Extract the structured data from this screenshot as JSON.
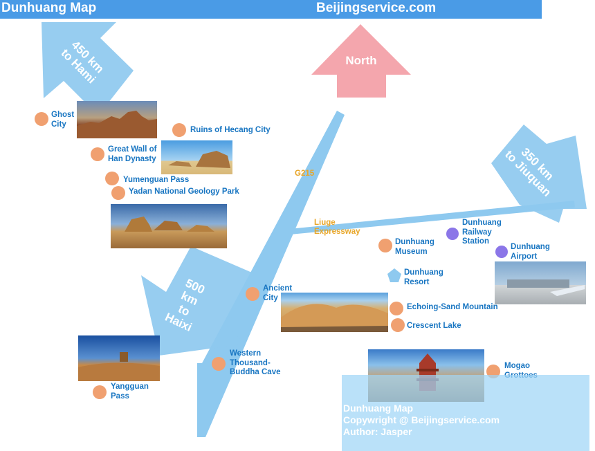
{
  "header": {
    "title": "Dunhuang  Map",
    "site": "Beijingservice.com"
  },
  "north_label": "North",
  "distance_arrows": [
    {
      "id": "hami",
      "text": "450 km\nto Hami"
    },
    {
      "id": "jiuquan",
      "text": "350 km\nto Jiuquan"
    },
    {
      "id": "haixi",
      "text": "500\nkm\nto\nHaixi"
    }
  ],
  "roads": [
    {
      "id": "g215",
      "label": "G215"
    },
    {
      "id": "liuge",
      "label": "Liuge\nExpressway"
    }
  ],
  "places": [
    {
      "id": "ghost-city",
      "label": "Ghost\nCity",
      "marker": "circle"
    },
    {
      "id": "hecang",
      "label": "Ruins of Hecang City",
      "marker": "circle"
    },
    {
      "id": "great-wall",
      "label": "Great Wall of\nHan Dynasty",
      "marker": "circle"
    },
    {
      "id": "yumenguan",
      "label": "Yumenguan Pass",
      "marker": "circle"
    },
    {
      "id": "yadan",
      "label": "Yadan National Geology Park",
      "marker": "circle"
    },
    {
      "id": "ancient-city",
      "label": "Ancient\nCity",
      "marker": "circle"
    },
    {
      "id": "western-cave",
      "label": "Western\nThousand-\nBuddha Cave",
      "marker": "circle"
    },
    {
      "id": "yangguan",
      "label": "Yangguan\nPass",
      "marker": "circle"
    },
    {
      "id": "museum",
      "label": "Dunhuang\nMuseum",
      "marker": "circle"
    },
    {
      "id": "railway",
      "label": "Dunhuang\nRailway\nStation",
      "marker": "purple-circle"
    },
    {
      "id": "airport",
      "label": "Dunhuang\nAirport",
      "marker": "purple-circle"
    },
    {
      "id": "resort",
      "label": "Dunhuang\nResort",
      "marker": "pentagon"
    },
    {
      "id": "echoing-sand",
      "label": "Echoing-Sand Mountain",
      "marker": "circle"
    },
    {
      "id": "crescent-lake",
      "label": "Crescent Lake",
      "marker": "circle"
    },
    {
      "id": "mogao",
      "label": "Mogao\nGrottoes",
      "marker": "circle"
    }
  ],
  "info_box": {
    "line1": "Dunhuang Map",
    "line2": "Copywright @ Beijingservice.com",
    "line3": "Author: Jasper"
  },
  "colors": {
    "header": "#4a9be6",
    "route": "#8ec9ef",
    "label": "#1976c2",
    "road_label": "#e8a628",
    "marker": "#f0a070",
    "marker_purple": "#8b76e8",
    "north_arrow": "#f4a6ad"
  }
}
